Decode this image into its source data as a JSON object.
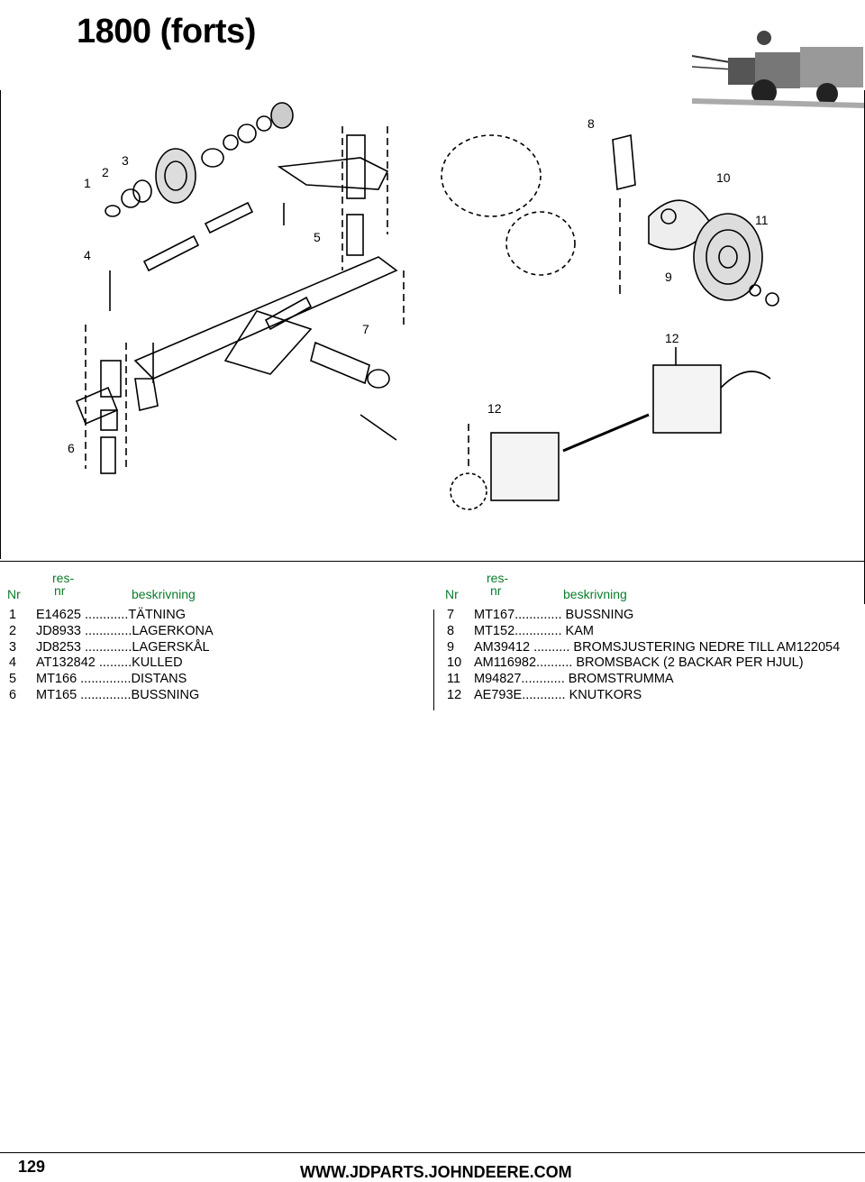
{
  "page": {
    "title": "1800 (forts)",
    "page_number": "129",
    "url": "WWW.JDPARTS.JOHNDEERE.COM"
  },
  "diagram": {
    "callouts": [
      "1",
      "2",
      "3",
      "4",
      "5",
      "6",
      "7",
      "8",
      "9",
      "10",
      "11",
      "12",
      "12"
    ]
  },
  "table": {
    "left_headers": {
      "nr": "Nr",
      "resnr_top": "res-",
      "resnr_bottom": "nr",
      "desc": "beskrivning"
    },
    "right_headers": {
      "nr": "Nr",
      "resnr_top": "res-",
      "resnr_bottom": "nr",
      "desc": "beskrivning"
    },
    "left_rows": [
      {
        "nr": "1",
        "text": "E14625 ............TÄTNING"
      },
      {
        "nr": "2",
        "text": "JD8933 .............LAGERKONA"
      },
      {
        "nr": "3",
        "text": "JD8253 .............LAGERSKÅL"
      },
      {
        "nr": "4",
        "text": "AT132842 .........KULLED"
      },
      {
        "nr": "5",
        "text": "MT166 ..............DISTANS"
      },
      {
        "nr": "6",
        "text": "MT165 ..............BUSSNING"
      }
    ],
    "right_rows": [
      {
        "nr": "7",
        "text": "MT167............. BUSSNING"
      },
      {
        "nr": "8",
        "text": "MT152............. KAM"
      },
      {
        "nr": "9",
        "text": "AM39412 .......... BROMSJUSTERING NEDRE TILL AM122054"
      },
      {
        "nr": "10",
        "text": "AM116982.......... BROMSBACK (2 BACKAR PER HJUL)"
      },
      {
        "nr": "11",
        "text": "M94827............ BROMSTRUMMA"
      },
      {
        "nr": "12",
        "text": "AE793E............ KNUTKORS"
      }
    ]
  }
}
